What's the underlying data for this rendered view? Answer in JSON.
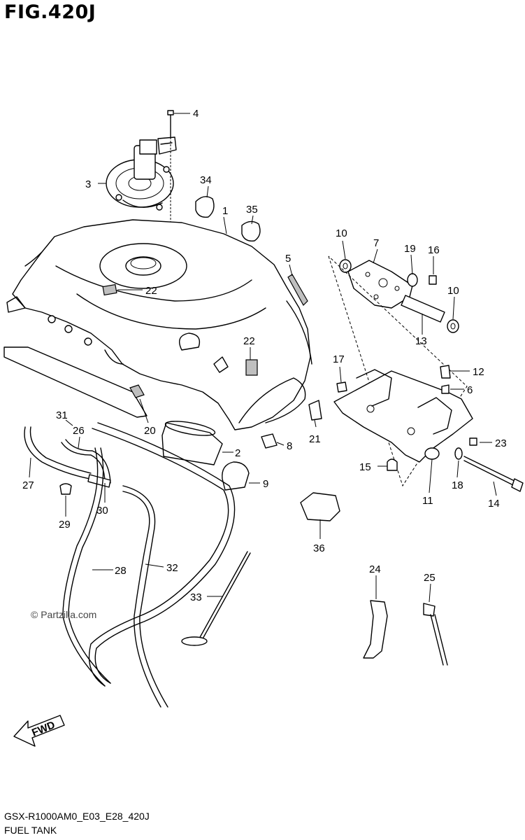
{
  "figure_title": "FIG.420J",
  "footer_code": "GSX-R1000AM0_E03_E28_420J",
  "footer_name": "FUEL TANK",
  "watermark": "© Partzilla.com",
  "fwd_label": "FWD",
  "callouts": {
    "c1": "1",
    "c2": "2",
    "c3": "3",
    "c4": "4",
    "c5": "5",
    "c6": "6",
    "c7": "7",
    "c8": "8",
    "c9": "9",
    "c10a": "10",
    "c10b": "10",
    "c11": "11",
    "c12": "12",
    "c13": "13",
    "c14": "14",
    "c15": "15",
    "c16": "16",
    "c17": "17",
    "c18": "18",
    "c19": "19",
    "c20": "20",
    "c21": "21",
    "c22a": "22",
    "c22b": "22",
    "c23": "23",
    "c24": "24",
    "c25": "25",
    "c26": "26",
    "c27": "27",
    "c28": "28",
    "c29": "29",
    "c30": "30",
    "c31": "31",
    "c32": "32",
    "c33": "33",
    "c34": "34",
    "c35": "35",
    "c36": "36"
  }
}
